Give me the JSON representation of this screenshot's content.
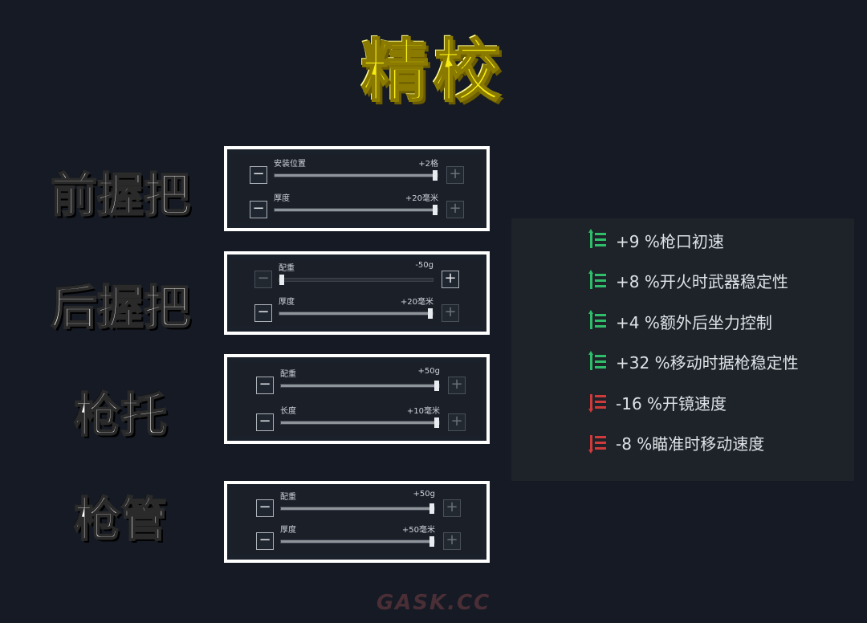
{
  "title": "精校",
  "sections": [
    {
      "label": "前握把",
      "rows": [
        {
          "label": "安装位置",
          "value": "+2格",
          "fill": 1.0,
          "minus": "−",
          "plus": "+",
          "minus_active": true,
          "plus_active": false
        },
        {
          "label": "厚度",
          "value": "+20毫米",
          "fill": 1.0,
          "minus": "−",
          "plus": "+",
          "minus_active": true,
          "plus_active": false
        }
      ]
    },
    {
      "label": "后握把",
      "rows": [
        {
          "label": "配重",
          "value": "-50g",
          "fill": 0.0,
          "minus": "−",
          "plus": "+",
          "minus_active": false,
          "plus_active": true
        },
        {
          "label": "厚度",
          "value": "+20毫米",
          "fill": 1.0,
          "minus": "−",
          "plus": "+",
          "minus_active": true,
          "plus_active": false
        }
      ]
    },
    {
      "label": "枪托",
      "rows": [
        {
          "label": "配重",
          "value": "+50g",
          "fill": 1.0,
          "minus": "−",
          "plus": "+",
          "minus_active": true,
          "plus_active": false
        },
        {
          "label": "长度",
          "value": "+10毫米",
          "fill": 1.0,
          "minus": "−",
          "plus": "+",
          "minus_active": true,
          "plus_active": false
        }
      ]
    },
    {
      "label": "枪管",
      "rows": [
        {
          "label": "配重",
          "value": "+50g",
          "fill": 1.0,
          "minus": "−",
          "plus": "+",
          "minus_active": true,
          "plus_active": false
        },
        {
          "label": "厚度",
          "value": "+50毫米",
          "fill": 1.0,
          "minus": "−",
          "plus": "+",
          "minus_active": true,
          "plus_active": false
        }
      ]
    }
  ],
  "stats": [
    {
      "text": "+9 %枪口初速",
      "direction": "up",
      "icon": "stat-increase-icon",
      "color": "#2fbf6a"
    },
    {
      "text": "+8 %开火时武器稳定性",
      "direction": "up",
      "icon": "stat-increase-icon",
      "color": "#2fbf6a"
    },
    {
      "text": "+4 %额外后坐力控制",
      "direction": "up",
      "icon": "stat-increase-icon",
      "color": "#2fbf6a"
    },
    {
      "text": "+32 %移动时据枪稳定性",
      "direction": "up",
      "icon": "stat-increase-icon",
      "color": "#2fbf6a"
    },
    {
      "text": "-16 %开镜速度",
      "direction": "down",
      "icon": "stat-decrease-icon",
      "color": "#d13a3a"
    },
    {
      "text": "-8 %瞄准时移动速度",
      "direction": "down",
      "icon": "stat-decrease-icon",
      "color": "#d13a3a"
    }
  ],
  "watermark": "GASK.CC",
  "colors": {
    "title": "#f7ec12",
    "increase": "#2fbf6a",
    "decrease": "#d13a3a"
  }
}
